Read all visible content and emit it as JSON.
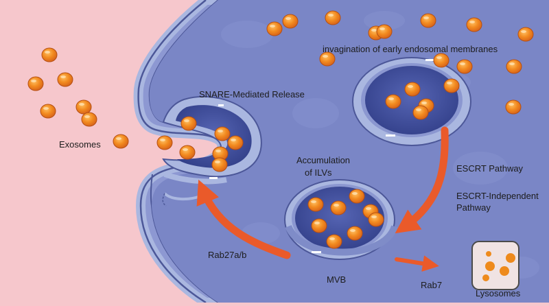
{
  "labels": {
    "exosomes": "Exosomes",
    "snare": "SNARE-Mediated Release",
    "invagination": "invagination of early endosomal membranes",
    "accumulation_line1": "Accumulation",
    "accumulation_line2": "of ILVs",
    "escrt": "ESCRT Pathway",
    "escrt_independent_line1": "ESCRT-Independent",
    "escrt_independent_line2": "Pathway",
    "rab27": "Rab27a/b",
    "mvb": "MVB",
    "rab7": "Rab7",
    "lysosomes": "Lysosomes"
  },
  "colors": {
    "extracellular": "#f6c7cc",
    "cytoplasm": "#7a86c6",
    "membrane": "#aab7e0",
    "vesicle_lumen": "#3f4f9e",
    "exosome": "#ee8a1c",
    "arrow": "#ea5a2a"
  }
}
